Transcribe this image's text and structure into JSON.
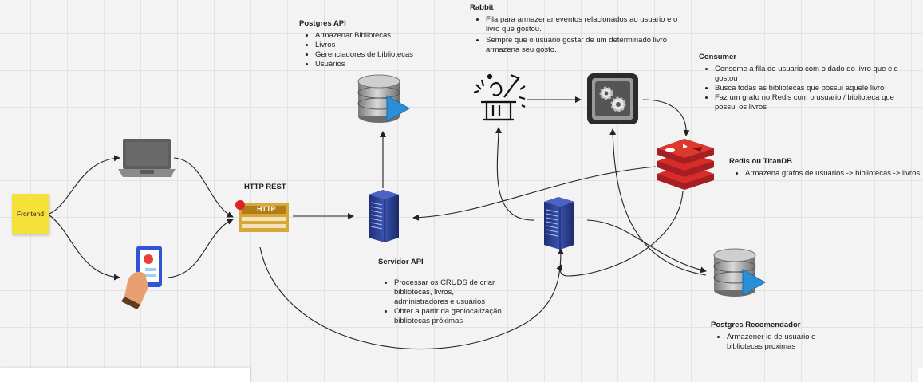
{
  "frontend": {
    "label": "Frontend"
  },
  "http_rest": {
    "title": "HTTP REST",
    "badge": "HTTP"
  },
  "postgres_api": {
    "title": "Postgres API",
    "items": [
      "Armazenar Bibliotecas",
      "Livros",
      "Gerenciadores de bibliotecas",
      "Usuários"
    ]
  },
  "rabbit": {
    "title": "Rabbit",
    "items": [
      "Fila para armazenar eventos relacionados ao usuario e o livro que gostou.",
      "Sempre que o usuário gostar de um determinado livro armazena seu gosto."
    ]
  },
  "consumer": {
    "title": "Consumer",
    "items": [
      "Consome a fila de usuario com o dado do livro que ele gostou",
      "Busca todas as bibliotecas que possui aquele livro",
      "Faz um grafo no Redis com o usuario / biblioteca que possui os livros"
    ]
  },
  "redis": {
    "title": "Redis ou TitanDB",
    "items": [
      "Armazena grafos de usuarios -> bibliotecas -> livros"
    ]
  },
  "servidor_api": {
    "title": "Servidor API",
    "items": [
      "Processar os CRUDS de criar bibliotecas, livros, administradores e usuários",
      "Obter a partir da geolocalização bibliotecas próximas"
    ]
  },
  "postgres_recomendador": {
    "title": "Postgres Recomendador",
    "items": [
      "Armazener id de usuario e bibliotecas proximas"
    ]
  },
  "colors": {
    "line": "#222222",
    "server_blue": "#2c3f8f",
    "http_gold": "#d7a73a",
    "redis_red": "#c8282b",
    "db_gray": "#8e8e8e",
    "db_play": "#2a8fd6",
    "sticky": "#f6e03a"
  }
}
